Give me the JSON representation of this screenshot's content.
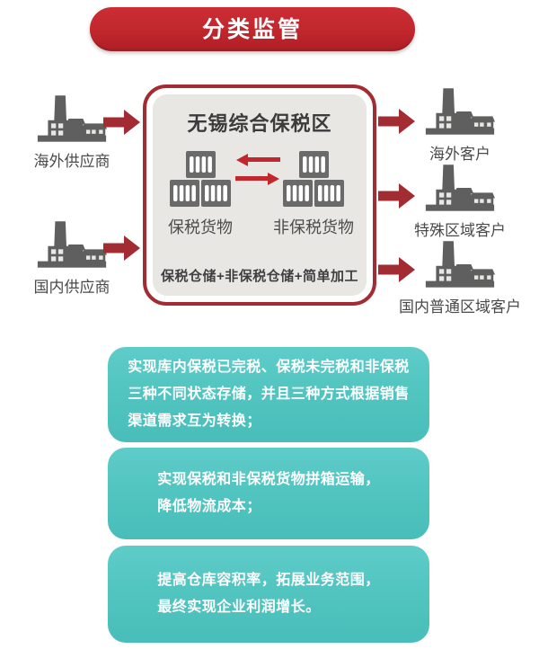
{
  "page": {
    "title": "分类监管"
  },
  "zone": {
    "title": "无锡综合保税区",
    "bonded_label": "保税货物",
    "non_bonded_label": "非保税货物",
    "bottom_label": "保税仓储+非保税仓储+简单加工"
  },
  "suppliers": [
    {
      "label": "海外供应商"
    },
    {
      "label": "国内供应商"
    }
  ],
  "customers": [
    {
      "label": "海外客户"
    },
    {
      "label": "特殊区域客户"
    },
    {
      "label": "国内普通区域客户"
    }
  ],
  "benefits": [
    {
      "lines": [
        "实现库内保税已完税、保税未完税和非保税",
        "三种不同状态存储，并且三种方式根据销售",
        "渠道需求互为转换；"
      ]
    },
    {
      "lines": [
        "实现保税和非保税货物拼箱运输，",
        "降低物流成本；"
      ]
    },
    {
      "lines": [
        "提高仓库容积率，拓展业务范围，",
        "最终实现企业利润增长。"
      ]
    }
  ],
  "icons": {
    "factory": "factory-icon",
    "container_stack": "container-stack-icon",
    "arrow_right": "arrow-right-icon",
    "exchange": "exchange-arrows-icon"
  },
  "colors": {
    "banner_red": "#c1272d",
    "dark_red": "#a32c32",
    "teal": "#52c5c1",
    "icon_gray": "#5f5f5f",
    "panel_gray": "#e8e7e4"
  }
}
